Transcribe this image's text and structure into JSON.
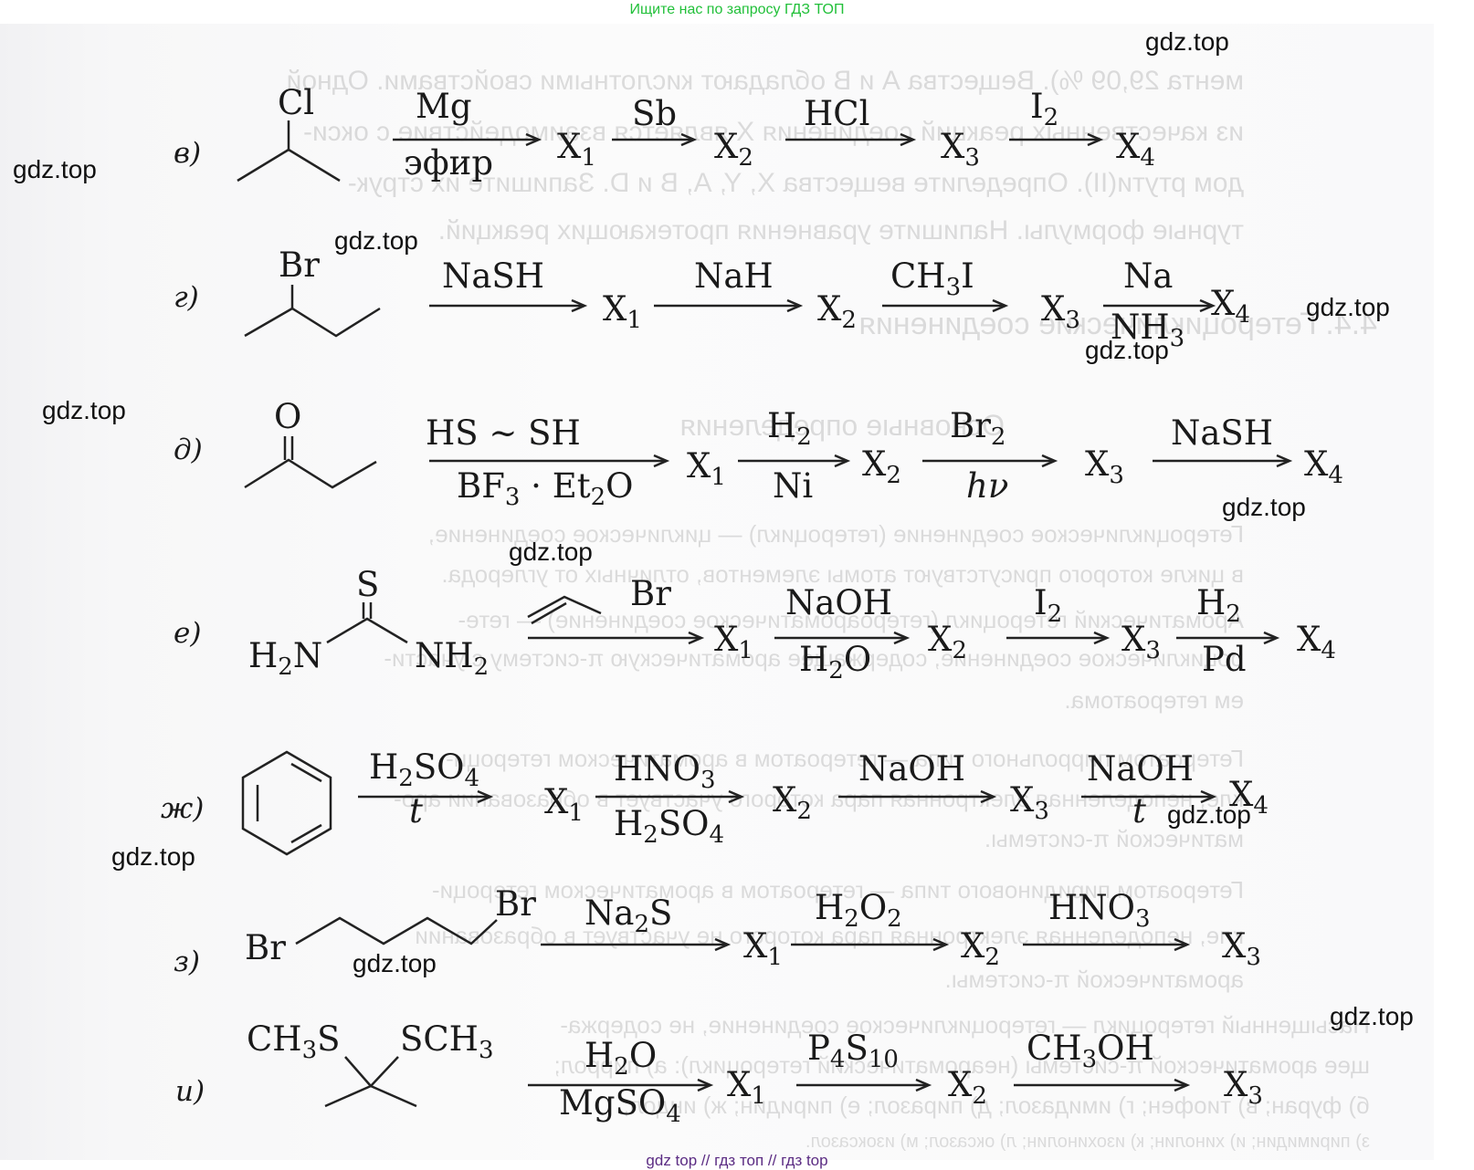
{
  "banners": {
    "top": "Ищите нас по запросу ГДЗ ТОП",
    "bottom": "gdz top  //  гдз топ  //  гдз top"
  },
  "watermark_text": "gdz.top",
  "ghost_text": [
    "мента 29,09 %). Вещества А и В обладают кислотными свойствами. Одной",
    "из качественных реакций соединения Х является взаимодействие с окси-",
    "дом ртути(II). Определите вещества Х, Y, А, В и D. Запишите их струк-",
    "турные формулы. Напишите уравнения протекающих реакций.",
    "4.4. Гетероциклические соединения",
    "Основные определения",
    "Гетероциклическое соединение (гетероцикл) — циклическое соединение,",
    "в цикле которого присутствуют атомы элементов, отличных от углерода.",
    "Ароматический гетероцикл (гетероароматическое соединение) — гете-",
    "роциклическое соединение, содержащее ароматическую π-систему с участи-",
    "ем гетероатома.",
    "Гетероатом пиррольного типа — гетероатом в ароматическом гетероци-",
    "кле, неподеленная электронная пара которого участвует в образовании аро-",
    "матической π-системы.",
    "Гетероатом пиридинового типа — гетероатом в ароматическом гетероци-",
    "кле, неподеленная электронная пара которого не участвует в образовании",
    "ароматической π-системы.",
    "Насыщенный гетероцикл — гетероциклическое соединение, не содержа-",
    "щее ароматической π-системы (неароматический гетероцикл): а) пиррол;",
    "б) фуран; в) тиофен; г) имидазол; д) пиразол; е) пиридин; ж) индол;",
    "з) пиримидин; и) хинолин; к) изохинолин; л) оксазол; м) изоксазол."
  ],
  "reactions": [
    {
      "label": "в)",
      "substituent": "Cl",
      "steps": [
        {
          "above": "Mg",
          "below": "эфир",
          "product": "X",
          "index": "1"
        },
        {
          "above": "Sb",
          "below": "",
          "product": "X",
          "index": "2"
        },
        {
          "above": "HCl",
          "below": "",
          "product": "X",
          "index": "3"
        },
        {
          "above": "I",
          "above_sub": "2",
          "below": "",
          "product": "X",
          "index": "4"
        }
      ]
    },
    {
      "label": "г)",
      "substituent": "Br",
      "steps": [
        {
          "above": "NaSH",
          "below": "",
          "product": "X",
          "index": "1"
        },
        {
          "above": "NaH",
          "below": "",
          "product": "X",
          "index": "2"
        },
        {
          "above": "CH3I",
          "below": "",
          "product": "X",
          "index": "3"
        },
        {
          "above": "Na",
          "below": "NH3",
          "product": "X",
          "index": "4"
        }
      ]
    },
    {
      "label": "д)",
      "substituent": "O",
      "steps": [
        {
          "above": "HS ~ SH",
          "below": "BF3 · Et2O",
          "product": "X",
          "index": "1"
        },
        {
          "above": "H2",
          "below": "Ni",
          "product": "X",
          "index": "2"
        },
        {
          "above": "Br2",
          "below": "hν",
          "product": "X",
          "index": "3"
        },
        {
          "above": "NaSH",
          "below": "",
          "product": "X",
          "index": "4"
        }
      ]
    },
    {
      "label": "е)",
      "substituents": [
        "S",
        "H2N",
        "NH2"
      ],
      "steps": [
        {
          "above": "Br",
          "below": "",
          "product": "X",
          "index": "1"
        },
        {
          "above": "NaOH",
          "below": "H2O",
          "product": "X",
          "index": "2"
        },
        {
          "above": "I2",
          "below": "",
          "product": "X",
          "index": "3"
        },
        {
          "above": "H2",
          "below": "Pd",
          "product": "X",
          "index": "4"
        }
      ]
    },
    {
      "label": "ж)",
      "steps": [
        {
          "above": "H2SO4",
          "below": "t",
          "product": "X",
          "index": "1"
        },
        {
          "above": "HNO3",
          "below": "H2SO4",
          "product": "X",
          "index": "2"
        },
        {
          "above": "NaOH",
          "below": "",
          "product": "X",
          "index": "3"
        },
        {
          "above": "NaOH",
          "below": "t",
          "product": "X",
          "index": "4"
        }
      ]
    },
    {
      "label": "з)",
      "substituents": [
        "Br",
        "Br"
      ],
      "steps": [
        {
          "above": "Na2S",
          "below": "",
          "product": "X",
          "index": "1"
        },
        {
          "above": "H2O2",
          "below": "",
          "product": "X",
          "index": "2"
        },
        {
          "above": "HNO3",
          "below": "",
          "product": "X",
          "index": "3"
        }
      ]
    },
    {
      "label": "и)",
      "substituents": [
        "CH3S",
        "SCH3"
      ],
      "steps": [
        {
          "above": "H2O",
          "below": "MgSO4",
          "product": "X",
          "index": "1"
        },
        {
          "above": "P4S10",
          "below": "",
          "product": "X",
          "index": "2"
        },
        {
          "above": "CH3OH",
          "below": "",
          "product": "X",
          "index": "3"
        }
      ]
    }
  ]
}
